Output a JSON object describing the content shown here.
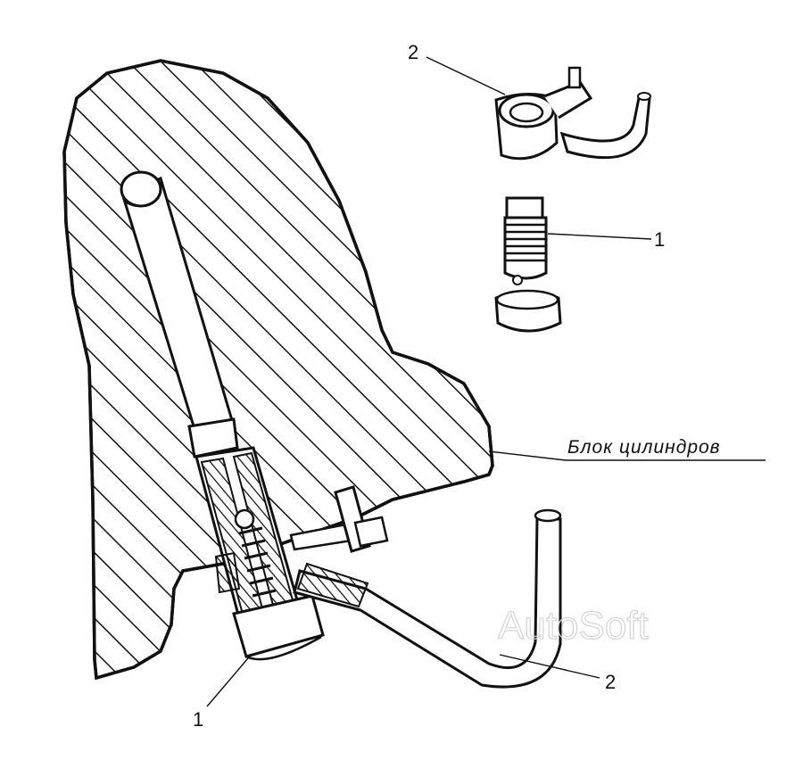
{
  "labels": {
    "part1_top": "1",
    "part2_top": "2",
    "part1_bottom": "1",
    "part2_bottom": "2",
    "block_caption": "Блок  цилиндров"
  },
  "watermark": "AutoSoft",
  "colors": {
    "ink": "#111111",
    "background": "#ffffff",
    "watermark": "#d4d4d4"
  }
}
